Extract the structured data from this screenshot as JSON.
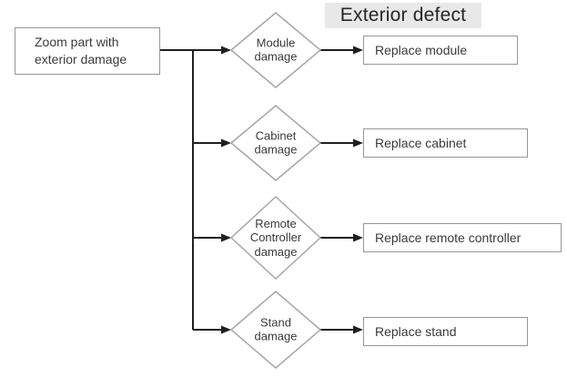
{
  "title": "Exterior defect",
  "start": {
    "label": "Zoom part with exterior damage"
  },
  "rows": [
    {
      "condition": "Module damage",
      "action": "Replace module"
    },
    {
      "condition": "Cabinet damage",
      "action": "Replace cabinet"
    },
    {
      "condition": "Remote Controller damage",
      "action": "Replace remote controller"
    },
    {
      "condition": "Stand damage",
      "action": "Replace stand"
    }
  ],
  "colors": {
    "line": "#1f1f1f",
    "diamond_border": "#a6a6a6",
    "box_border": "#979797",
    "text": "#3a3a3a",
    "title_background": "#e8e8e8",
    "background": "#ffffff"
  }
}
